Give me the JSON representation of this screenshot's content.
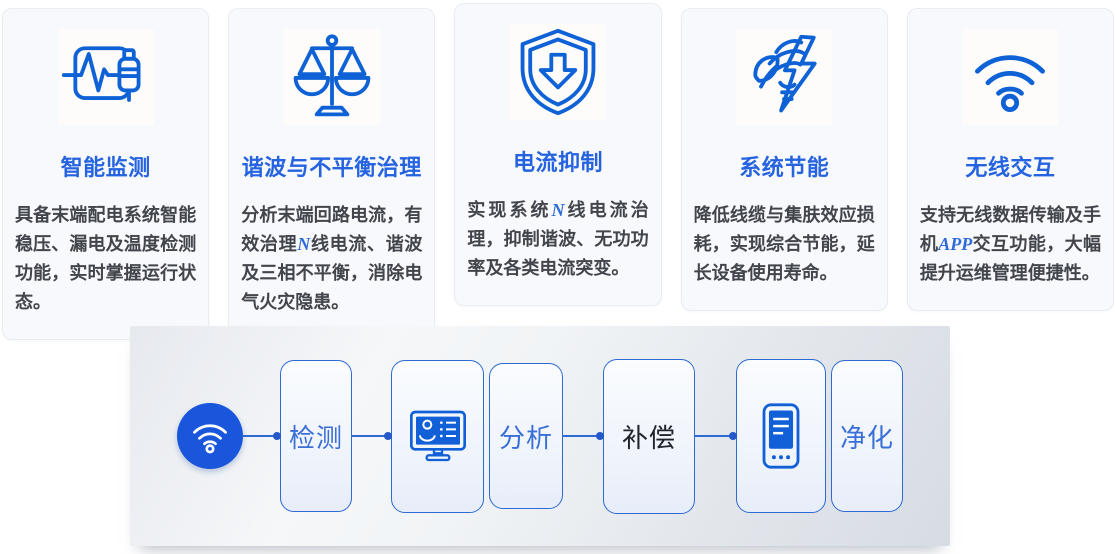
{
  "colors": {
    "icon_blue": "#0f62d6",
    "title_blue": "#2563e0",
    "body_text": "#42464c",
    "box_border": "#2e6ad3",
    "wifi_circle_fill": "#1a56db",
    "dark_label": "#20242c"
  },
  "cards": [
    {
      "title": "智能监测",
      "icon": "pulse-monitor-plug-icon",
      "desc": [
        "具备末端配电系统智能稳压、漏电及温度检测功能，实时掌握运行状态。",
        "",
        ""
      ]
    },
    {
      "title": "谐波与不平衡治理",
      "icon": "balance-scale-icon",
      "desc": [
        "分析末端回路电流，有效治理",
        "N",
        "线电流、谐波及三相不平衡，消除电气火灾隐患。"
      ]
    },
    {
      "title": "电流抑制",
      "icon": "shield-down-arrow-icon",
      "desc": [
        "实现系统",
        "N",
        "线电流治理，抑制谐波、无功功率及各类电流突变。"
      ]
    },
    {
      "title": "系统节能",
      "icon": "eco-bulb-lightning-icon",
      "desc": [
        "降低线缆与集肤效应损耗，实现综合节能，延长设备使用寿命。",
        "",
        ""
      ]
    },
    {
      "title": "无线交互",
      "icon": "wifi-icon",
      "desc": [
        "支持无线数据传输及手机",
        "APP",
        "交互功能，大幅提升运维管理便捷性。"
      ]
    }
  ],
  "flow": {
    "source": {
      "icon": "wifi-icon"
    },
    "steps": [
      {
        "label": "检测"
      },
      {
        "label": "",
        "icon": "monitor-user-list-icon"
      },
      {
        "label": "分析"
      },
      {
        "label": "补偿"
      },
      {
        "label": "",
        "icon": "control-panel-device-icon"
      },
      {
        "label": "净化"
      }
    ]
  }
}
